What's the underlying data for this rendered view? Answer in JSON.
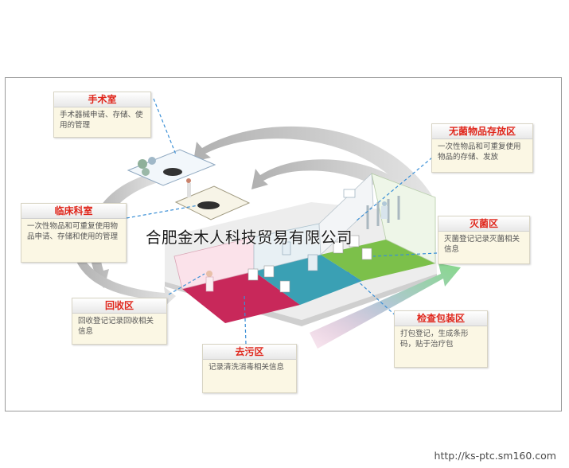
{
  "cards": {
    "surgery": {
      "title": "手术室",
      "desc": "手术器械申请、存储、使用的管理"
    },
    "sterile_storage": {
      "title": "无菌物品存放区",
      "desc": "一次性物品和可重复使用物品的存储、发放"
    },
    "clinical": {
      "title": "临床科室",
      "desc": "一次性物品和可重复使用物品申请、存储和使用的管理"
    },
    "sterilization": {
      "title": "灭菌区",
      "desc": "灭菌登记记录灭菌相关信息"
    },
    "recycle": {
      "title": "回收区",
      "desc": "回收登记记录回收相关信息"
    },
    "inspection_packing": {
      "title": "检查包装区",
      "desc": "打包登记，生成条形码，贴于治疗包"
    },
    "decontamination": {
      "title": "去污区",
      "desc": "记录清洗消毒相关信息"
    }
  },
  "watermark": "合肥金木人科技贸易有限公司",
  "footer_url": "http://ks-ptc.sm160.com",
  "colors": {
    "title_red": "#e0261b",
    "card_bg": "#fbf7e4",
    "leader_blue": "#3a8fd6",
    "floor_pink": "#c8285a",
    "floor_teal": "#3aa0b4",
    "floor_green": "#7cc04a",
    "arrow_green": "#8cd08a"
  }
}
